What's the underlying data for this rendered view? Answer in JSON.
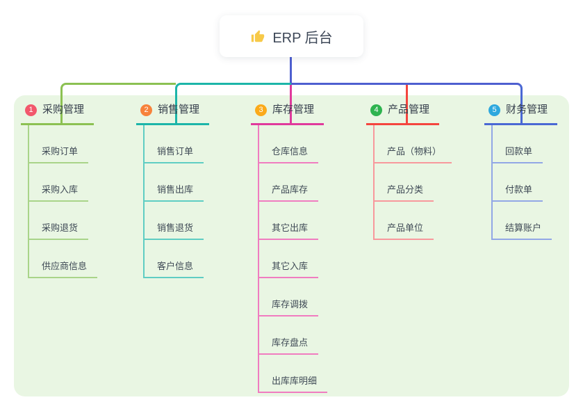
{
  "root": {
    "title": "ERP 后台",
    "icon": "thumbs-up",
    "icon_color": "#F7C948",
    "connector_color": "#4E5FD0",
    "card_bg": "#FFFFFF",
    "text_color": "#3D4757"
  },
  "board": {
    "bg_color": "#E9F6E3"
  },
  "branches": [
    {
      "id": "purchase",
      "number": "1",
      "label": "采购管理",
      "badge_color": "#F2586C",
      "line_color": "#8CC152",
      "child_line_color": "#A9D489",
      "children": [
        "采购订单",
        "采购入库",
        "采购退货",
        "供应商信息"
      ]
    },
    {
      "id": "sales",
      "number": "2",
      "label": "销售管理",
      "badge_color": "#F7823B",
      "line_color": "#1CB5A9",
      "child_line_color": "#5FCDC3",
      "children": [
        "销售订单",
        "销售出库",
        "销售退货",
        "客户信息"
      ]
    },
    {
      "id": "inventory",
      "number": "3",
      "label": "库存管理",
      "badge_color": "#FBAA1A",
      "line_color": "#E03A9C",
      "child_line_color": "#F07CC0",
      "children": [
        "仓库信息",
        "产品库存",
        "其它出库",
        "其它入库",
        "库存调拨",
        "库存盘点",
        "出库库明细"
      ]
    },
    {
      "id": "product",
      "number": "4",
      "label": "产品管理",
      "badge_color": "#2EB34F",
      "line_color": "#F4453E",
      "child_line_color": "#F8989C",
      "children": [
        "产品（物料）",
        "产品分类",
        "产品单位"
      ]
    },
    {
      "id": "finance",
      "number": "5",
      "label": "财务管理",
      "badge_color": "#2EA8DE",
      "line_color": "#4A68D4",
      "child_line_color": "#92A7E6",
      "children": [
        "回款单",
        "付款单",
        "结算账户"
      ]
    }
  ]
}
